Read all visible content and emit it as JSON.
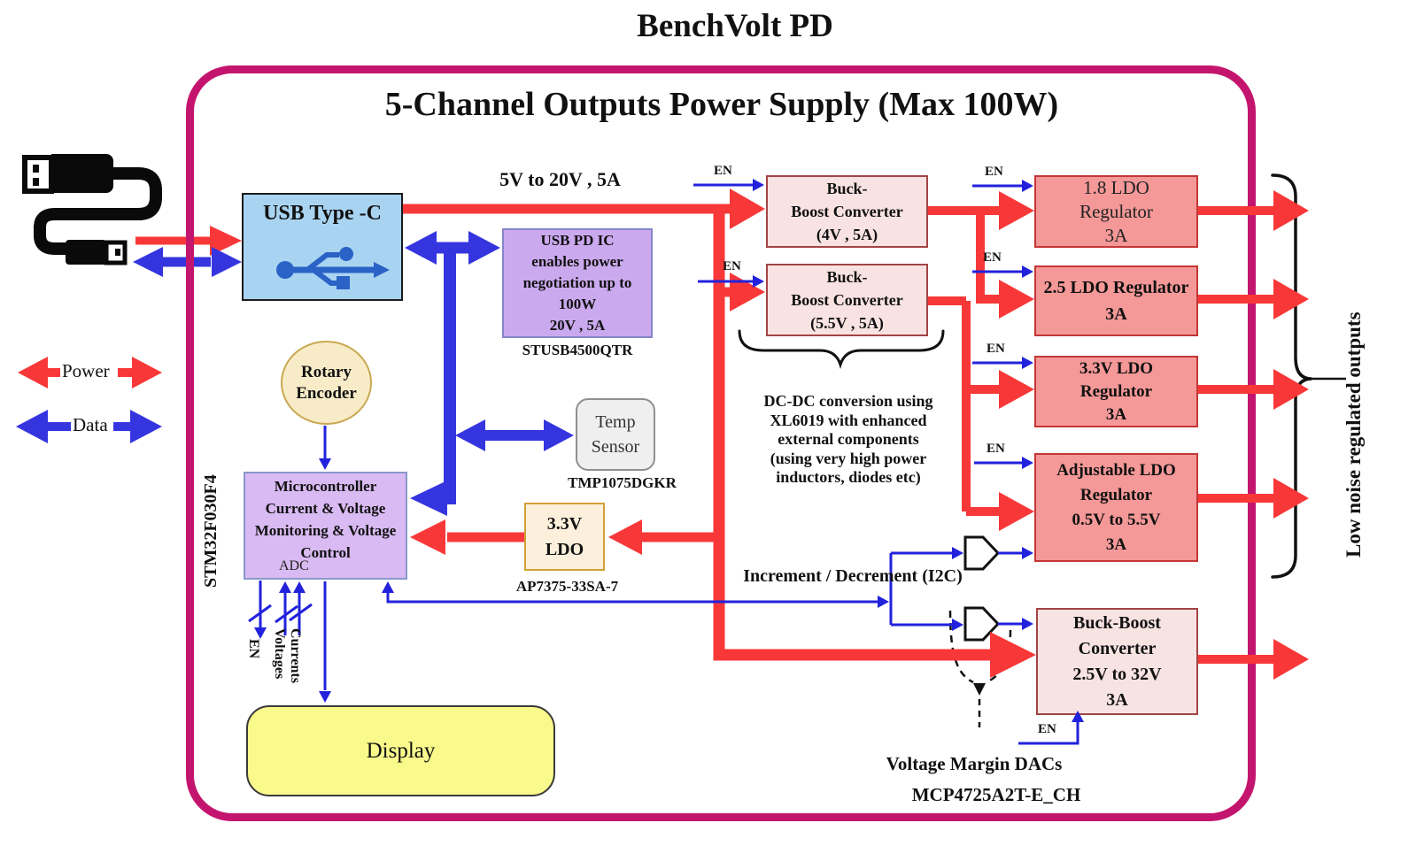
{
  "title": "BenchVolt PD",
  "subtitle": "5-Channel Outputs Power Supply (Max 100W)",
  "legend": {
    "power": "Power",
    "data": "Data"
  },
  "labels": {
    "input_power": "5V to 20V , 5A",
    "en": "EN",
    "i2c": "Increment / Decrement (I2C)",
    "low_noise_outputs": "Low noise regulated outputs",
    "voltage_margin_dacs": "Voltage Margin DACs",
    "dac_part": "MCP4725A2T-E_CH",
    "adc": "ADC",
    "mcu_part": "STM32F030F4",
    "pin_en": "EN",
    "pin_voltages": "Voltages",
    "pin_currents": "Currents"
  },
  "note_dcdc": {
    "lines": [
      "DC-DC conversion using",
      "XL6019 with enhanced",
      "external components",
      "(using very high power",
      "inductors, diodes etc)"
    ]
  },
  "blocks": {
    "usb_c": {
      "title": "USB Type -C"
    },
    "usb_pd": {
      "lines": [
        "USB PD IC",
        "enables power",
        "negotiation up to",
        "100W",
        "20V , 5A"
      ],
      "part": "STUSB4500QTR"
    },
    "rotary_encoder": {
      "lines": [
        "Rotary",
        "Encoder"
      ]
    },
    "mcu": {
      "lines": [
        "Microcontroller",
        "Current & Voltage",
        "Monitoring & Voltage",
        "Control"
      ]
    },
    "temp_sensor": {
      "lines": [
        "Temp",
        "Sensor"
      ],
      "part": "TMP1075DGKR"
    },
    "ldo_3v3": {
      "lines": [
        "3.3V",
        "LDO"
      ],
      "part": "AP7375-33SA-7"
    },
    "display": {
      "title": "Display"
    },
    "bb_4v": {
      "lines": [
        "Buck-",
        "Boost Converter",
        "(4V , 5A)"
      ]
    },
    "bb_5v5": {
      "lines": [
        "Buck-",
        "Boost Converter",
        "(5.5V , 5A)"
      ]
    },
    "ldo_1v8": {
      "lines": [
        "1.8 LDO",
        "Regulator",
        "3A"
      ]
    },
    "ldo_2v5": {
      "lines": [
        "2.5 LDO  Regulator",
        "3A"
      ]
    },
    "ldo_3v3_reg": {
      "lines": [
        "3.3V LDO",
        "Regulator",
        "3A"
      ]
    },
    "ldo_adj": {
      "lines": [
        "Adjustable LDO",
        "Regulator",
        "0.5V to 5.5V",
        "3A"
      ]
    },
    "bb_adj": {
      "lines": [
        "Buck-Boost",
        "Converter",
        "2.5V to 32V",
        "3A"
      ]
    }
  },
  "colors": {
    "border": "#C4156E",
    "power_red": "#F83838",
    "data_blue": "#3535E0",
    "signal_blue": "#2222DD"
  }
}
